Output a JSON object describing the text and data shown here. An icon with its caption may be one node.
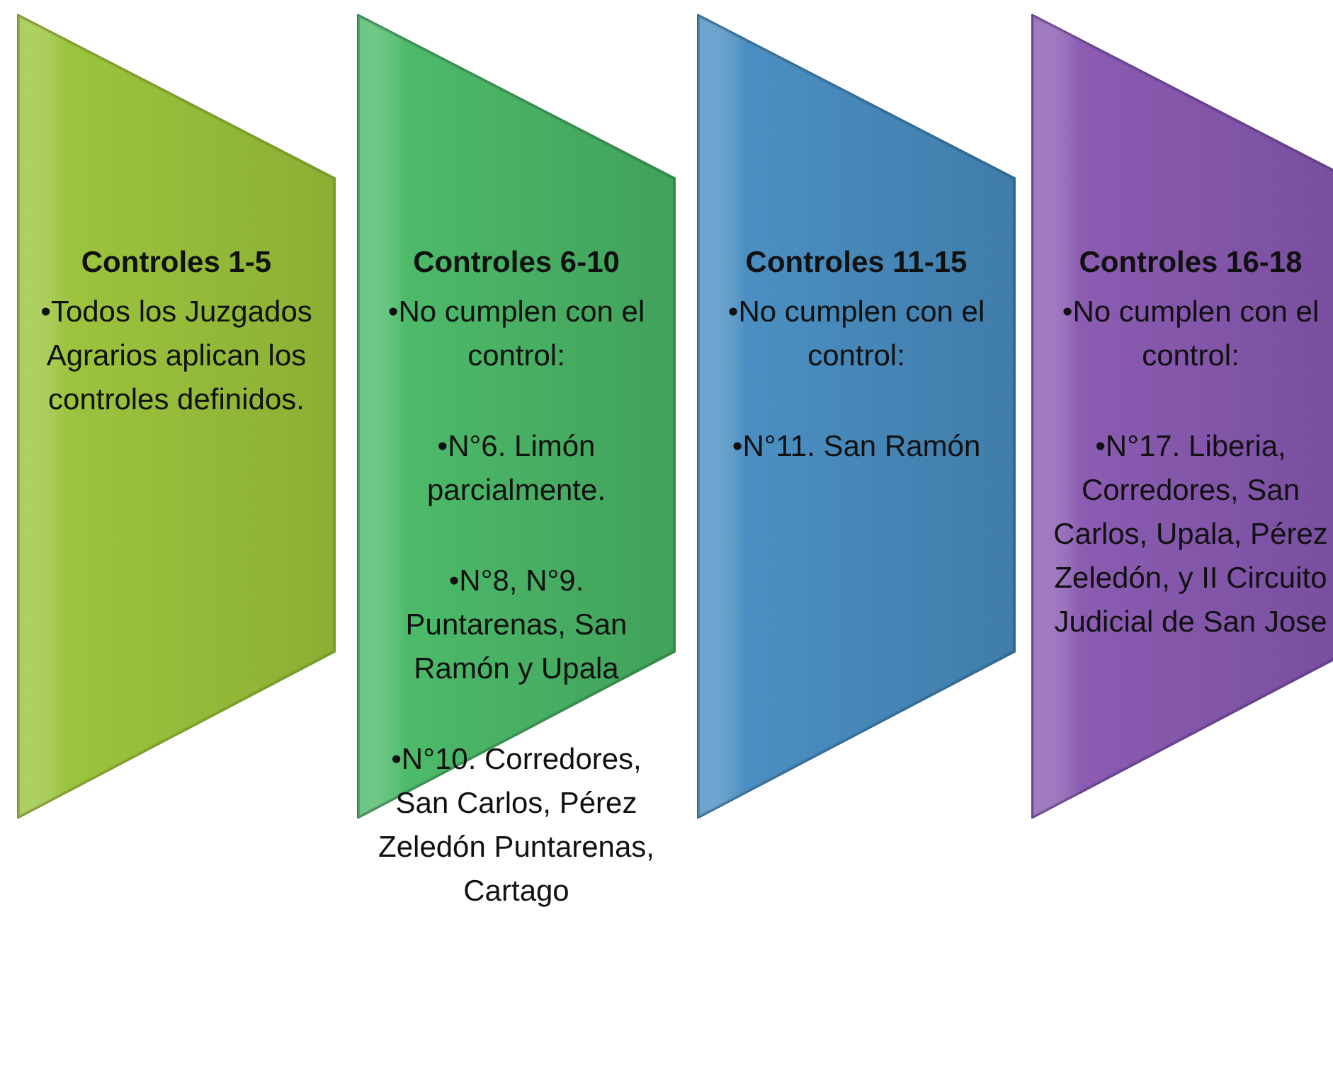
{
  "diagram": {
    "nodes": [
      {
        "text": [
          "Controles 1-5",
          "•Todos los Juzgados Agrarios aplican los controles definidos."
        ]
      },
      {
        "text": [
          "Controles 6-10",
          "•No cumplen con el control:",
          "•N°6. Limón parcialmente.",
          "•N°8, N°9. Puntarenas, San Ramón y Upala",
          "•N°10. Corredores, San Carlos, Pérez Zeledón Puntarenas, Cartago"
        ]
      },
      {
        "text": [
          "Controles 11-15",
          "•No cumplen con el control:",
          "•N°11. San Ramón"
        ]
      },
      {
        "text": [
          "Controles 16-18",
          "•No cumplen con el control:",
          "•N°17. Liberia, Corredores, San Carlos, Upala, Pérez Zeledón, y II Circuito Judicial de San Jose"
        ]
      }
    ]
  }
}
